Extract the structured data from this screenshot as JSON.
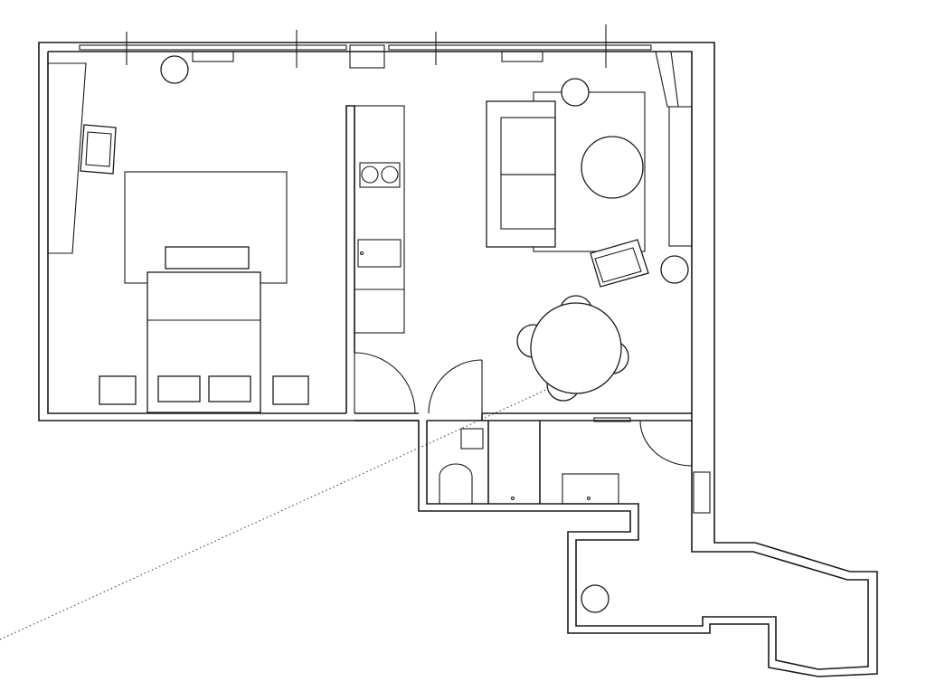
{
  "colors": {
    "line": "#1a1a1a",
    "background": "#ffffff"
  },
  "plan": {
    "rooms": [
      "bedroom",
      "kitchen",
      "living-room",
      "dining-area",
      "toilet",
      "bathroom",
      "hallway",
      "balcony"
    ]
  }
}
